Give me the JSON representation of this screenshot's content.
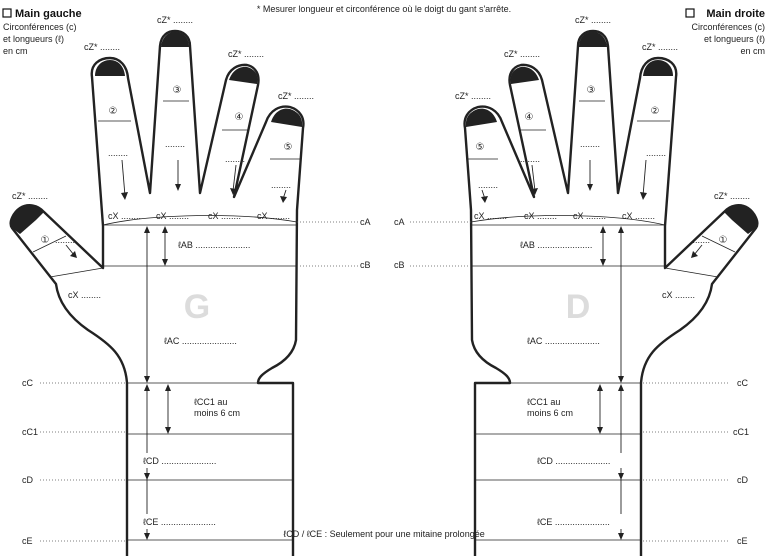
{
  "note": "* Mesurer longueur et circonférence où le doigt du gant s'arrête.",
  "footer": "ℓCD / ℓCE : Seulement pour une mitaine prolongée",
  "left": {
    "title": "Main gauche",
    "subtitle_1": "Circonférences (c)",
    "subtitle_2": "et longueurs (ℓ)",
    "subtitle_3": "en cm",
    "letter": "G"
  },
  "right": {
    "title": "Main droite",
    "subtitle_1": "Circonférences (c)",
    "subtitle_2": "et longueurs (ℓ)",
    "subtitle_3": "en cm",
    "letter": "D"
  },
  "labels": {
    "cz": "cZ* ........",
    "cx": "cX ........",
    "cA": "cA",
    "cB": "cB",
    "cC": "cC",
    "cC1": "cC1",
    "cD": "cD",
    "cE": "cE",
    "lAB": "ℓAB ......................",
    "lAC": "ℓAC ......................",
    "lCC1_line1": "ℓCC1 au",
    "lCC1_line2": "moins 6 cm",
    "lCD": "ℓCD ......................",
    "lCE": "ℓCE ......................",
    "finger_dots": "........",
    "finger_numbers": [
      "①",
      "②",
      "③",
      "④",
      "⑤"
    ]
  }
}
